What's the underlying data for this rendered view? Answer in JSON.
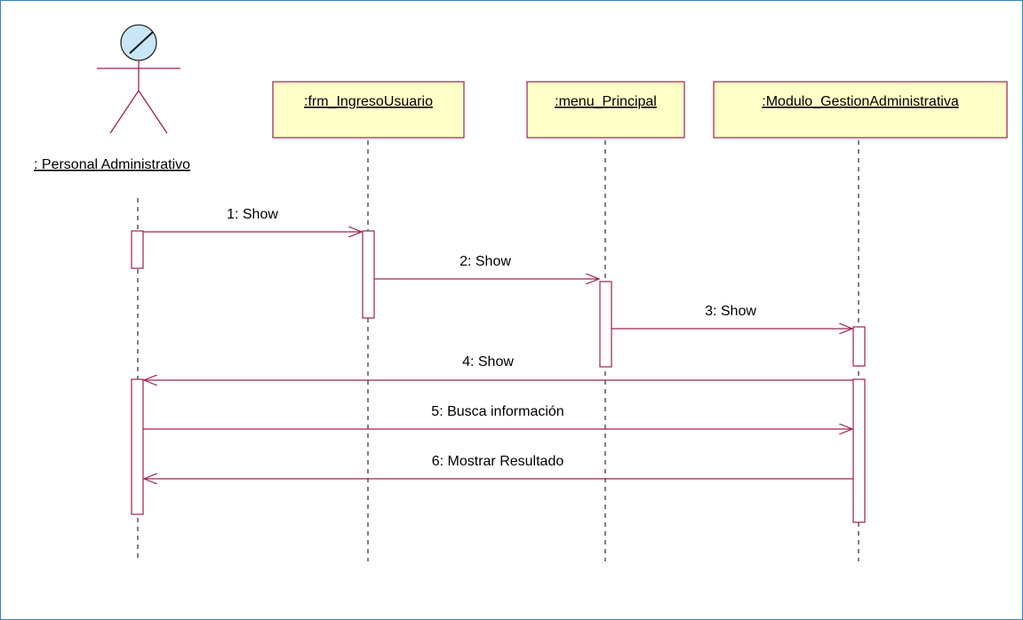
{
  "colors": {
    "line": "#a0204a",
    "box_fill": "#ffffc8",
    "box_border": "#a0204a",
    "frame": "#3a7fc4",
    "actor_head_fill": "#c8e6f5"
  },
  "actor": {
    "label": ": Personal Administrativo",
    "icon": "stick-figure-actor"
  },
  "objects": [
    {
      "id": "frm",
      "label": ":frm_IngresoUsuario"
    },
    {
      "id": "menu",
      "label": ":menu_Principal"
    },
    {
      "id": "modulo",
      "label": ":Modulo_GestionAdministrativa"
    }
  ],
  "messages": [
    {
      "label": "1: Show",
      "from": "actor",
      "to": "frm"
    },
    {
      "label": "2: Show",
      "from": "frm",
      "to": "menu"
    },
    {
      "label": "3: Show",
      "from": "menu",
      "to": "modulo"
    },
    {
      "label": "4: Show",
      "from": "modulo",
      "to": "actor"
    },
    {
      "label": "5: Busca información",
      "from": "actor",
      "to": "modulo"
    },
    {
      "label": "6: Mostrar Resultado",
      "from": "modulo",
      "to": "actor"
    }
  ]
}
